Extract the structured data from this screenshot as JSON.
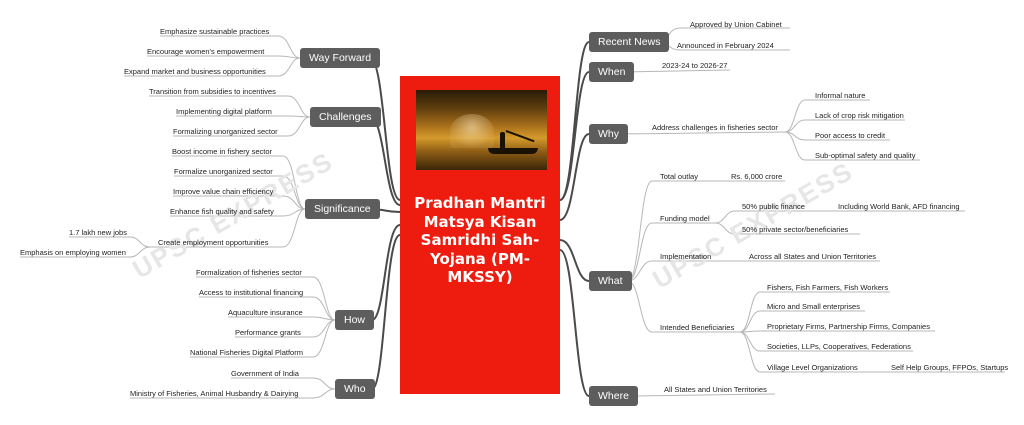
{
  "center_title": "Pradhan Mantri Matsya Kisan Samridhi Sah-Yojana (PM-MKSSY)",
  "watermark": "UPSC EXPRESS",
  "colors": {
    "card": "#ee1c0f",
    "topic": "#5d5d5d",
    "line": "#b7b7b7",
    "trunk": "#4a4a4a"
  },
  "right": {
    "recent_news": {
      "label": "Recent News",
      "items": [
        "Approved by Union Cabinet",
        "Announced in February 2024"
      ]
    },
    "when": {
      "label": "When",
      "items": [
        "2023-24 to 2026-27"
      ]
    },
    "why": {
      "label": "Why",
      "sub": "Address challenges in fisheries sector",
      "items": [
        "Informal nature",
        "Lack of crop risk mitigation",
        "Poor access to credit",
        "Sub-optimal safety and quality"
      ]
    },
    "what": {
      "label": "What",
      "total_outlay": {
        "label": "Total outlay",
        "value": "Rs. 6,000 crore"
      },
      "funding_model": {
        "label": "Funding model",
        "public": "50% public finance",
        "public_detail": "Including World Bank, AFD financing",
        "private": "50% private sector/beneficiaries"
      },
      "implementation": {
        "label": "Implementation",
        "value": "Across all States and Union Territories"
      },
      "beneficiaries": {
        "label": "Intended Beneficiaries",
        "items": [
          "Fishers, Fish Farmers, Fish Workers",
          "Micro and Small enterprises",
          "Proprietary Firms, Partnership Firms, Companies",
          "Societies, LLPs, Cooperatives, Federations",
          "Village Level Organizations"
        ],
        "village_detail": "Self Help Groups, FFPOs, Startups"
      }
    },
    "where": {
      "label": "Where",
      "items": [
        "All States and Union Territories"
      ]
    }
  },
  "left": {
    "way_forward": {
      "label": "Way Forward",
      "items": [
        "Emphasize sustainable practices",
        "Encourage women's empowerment",
        "Expand market and business opportunities"
      ]
    },
    "challenges": {
      "label": "Challenges",
      "items": [
        "Transition from subsidies to incentives",
        "Implementing digital platform",
        "Formalizing unorganized sector"
      ]
    },
    "significance": {
      "label": "Significance",
      "items": [
        "Boost income in fishery sector",
        "Formalize unorganized sector",
        "Improve value chain efficiency",
        "Enhance fish quality and safety",
        "Create employment opportunities"
      ],
      "employment": [
        "1.7 lakh new jobs",
        "Emphasis on employing women"
      ]
    },
    "how": {
      "label": "How",
      "items": [
        "Formalization of fisheries sector",
        "Access to institutional financing",
        "Aquaculture insurance",
        "Performance grants",
        "National Fisheries Digital Platform"
      ]
    },
    "who": {
      "label": "Who",
      "items": [
        "Government of India",
        "Ministry of Fisheries, Animal Husbandry & Dairying"
      ]
    }
  }
}
